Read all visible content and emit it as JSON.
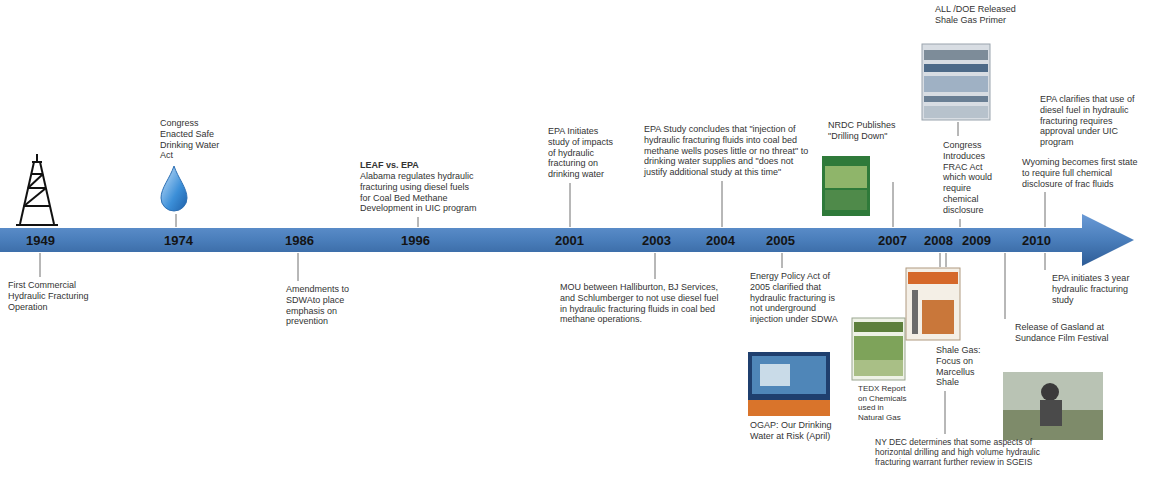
{
  "diagram": {
    "labels": [
      "Congress Enacted Safe Drinking Water Act",
      "LEAF vs. EPA",
      "Alabama regulates hydraulic fracturing using diesel fuels for Coal Bed Methane Development in UIC program",
      "EPA Initiates study of impacts of hydraulic fracturing on drinking water",
      "EPA Study concludes that \"injection of hydraulic fracturing fluids into coal bed methane wells poses little or no threat\" to drinking water supplies and \"does not justify additional study at this time\"",
      "NRDC Publishes \"Drilling Down\"",
      "ALL /DOE Released Shale Gas Primer",
      "Congress Introduces FRAC Act which would require chemical disclosure",
      "EPA clarifies that use of diesel fuel in hydraulic fracturing requires approval under UIC program",
      "Wyoming becomes first state to require full chemical disclosure of frac fluids",
      "1949",
      "1974",
      "1986",
      "1996",
      "2001",
      "2003",
      "2004",
      "2005",
      "2007",
      "2008",
      "2009",
      "2010",
      "First Commercial Hydraulic Fracturing Operation",
      "Amendments to SDWAto place emphasis on prevention",
      "MOU between Halliburton, BJ Services, and Schlumberger to not use diesel fuel in hydraulic fracturing fluids in coal bed methane operations.",
      "Energy Policy Act of 2005 clarified that hydraulic fracturing is not underground injection under SDWA",
      "OGAP: Our Drinking Water at Risk (April)",
      "TEDX Report on Chemicals used in Natural Gas",
      "Shale Gas: Focus on Marcellus Shale",
      "NY DEC determines that some aspects of horizontal drilling and high volume hydraulic fracturing warrant further review in SGEIS",
      "Release of Gasland at Sundance Film Festival",
      "EPA initiates 3 year hydraulic fracturing study"
    ]
  }
}
